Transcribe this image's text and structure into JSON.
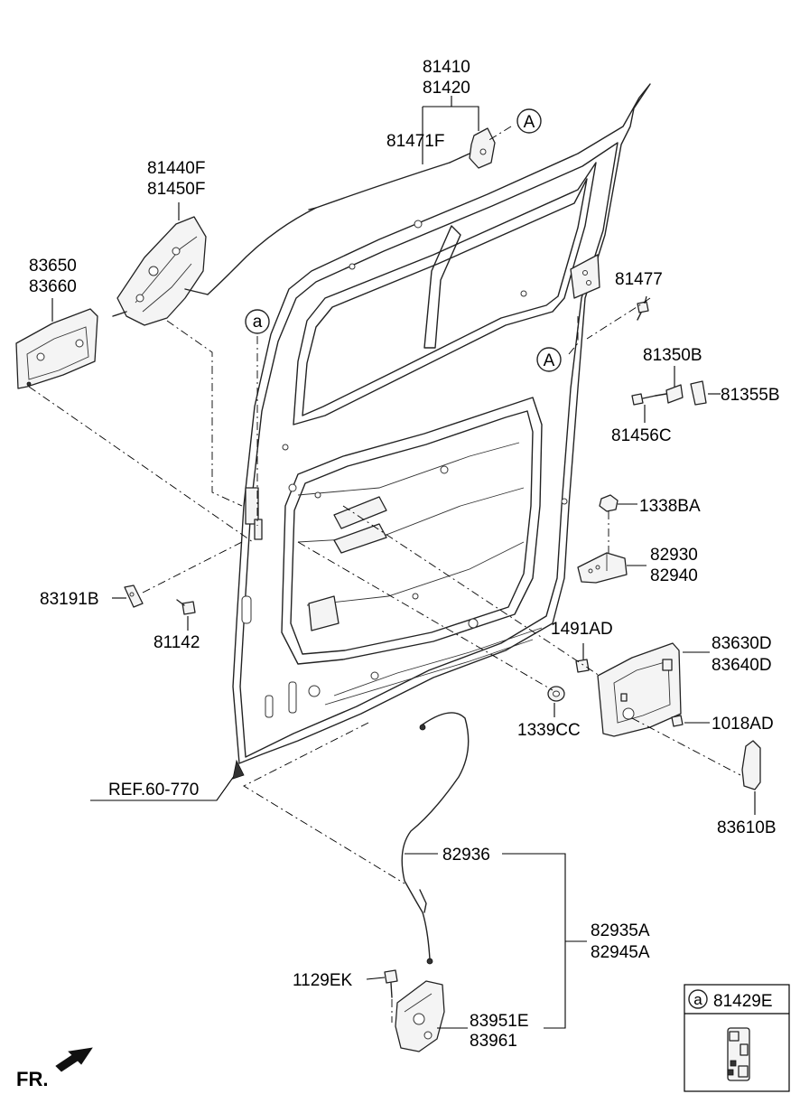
{
  "labels": {
    "p81410": "81410",
    "p81420": "81420",
    "p81471F": "81471F",
    "p81440F": "81440F",
    "p81450F": "81450F",
    "p83650": "83650",
    "p83660": "83660",
    "p81477": "81477",
    "p81350B": "81350B",
    "p81355B": "81355B",
    "p81456C": "81456C",
    "p1338BA": "1338BA",
    "p82930": "82930",
    "p82940": "82940",
    "p83191B": "83191B",
    "p81142": "81142",
    "p1491AD": "1491AD",
    "p83630D": "83630D",
    "p83640D": "83640D",
    "p1339CC": "1339CC",
    "p1018AD": "1018AD",
    "p83610B": "83610B",
    "ref": "REF.60-770",
    "p82936": "82936",
    "p82935A": "82935A",
    "p82945A": "82945A",
    "p1129EK": "1129EK",
    "p83951E": "83951E",
    "p83961": "83961",
    "fr": "FR.",
    "callout_A": "A",
    "callout_a": "a",
    "legend_key": "a",
    "legend_part": "81429E"
  }
}
